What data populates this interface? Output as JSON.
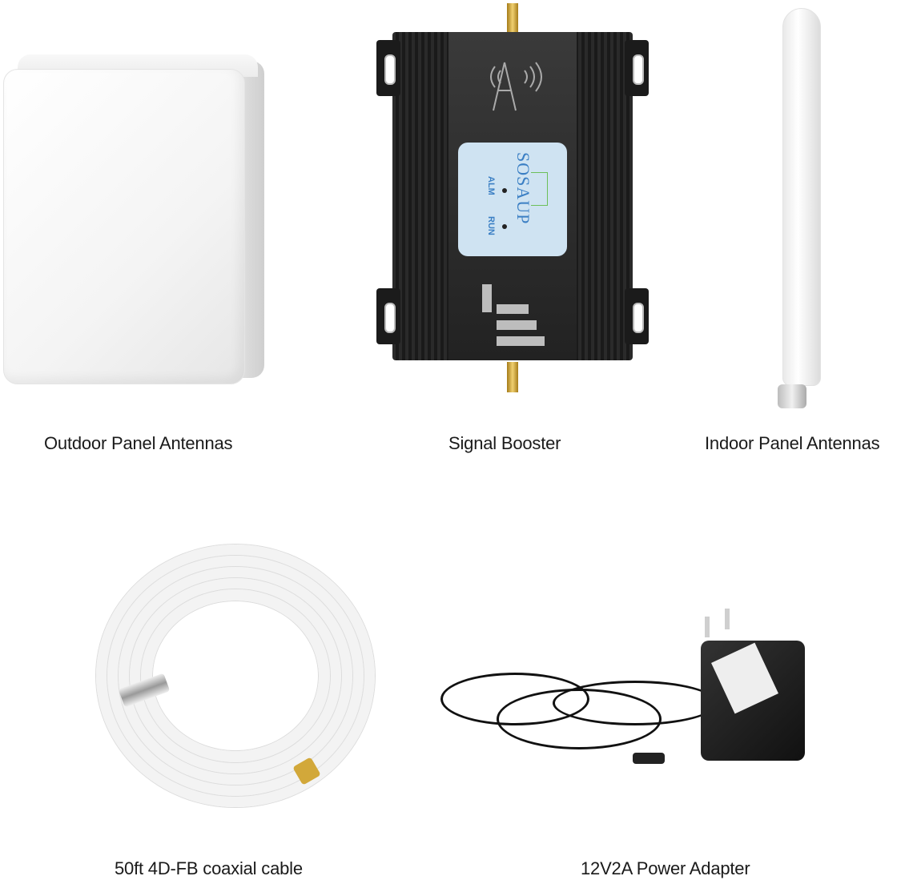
{
  "products": [
    {
      "id": "outdoor",
      "label": "Outdoor Panel Antennas"
    },
    {
      "id": "booster",
      "label": "Signal Booster",
      "brand": "SOSAUP",
      "indicators": [
        "ALM",
        "RUN"
      ]
    },
    {
      "id": "indoor",
      "label": "Indoor Panel Antennas"
    },
    {
      "id": "cable",
      "label": "50ft 4D-FB coaxial cable"
    },
    {
      "id": "adapter",
      "label": "12V2A Power Adapter"
    }
  ],
  "colors": {
    "brand_blue": "#3b7fc4",
    "plate": "#cfe3f2",
    "booster_body": "#222222"
  }
}
